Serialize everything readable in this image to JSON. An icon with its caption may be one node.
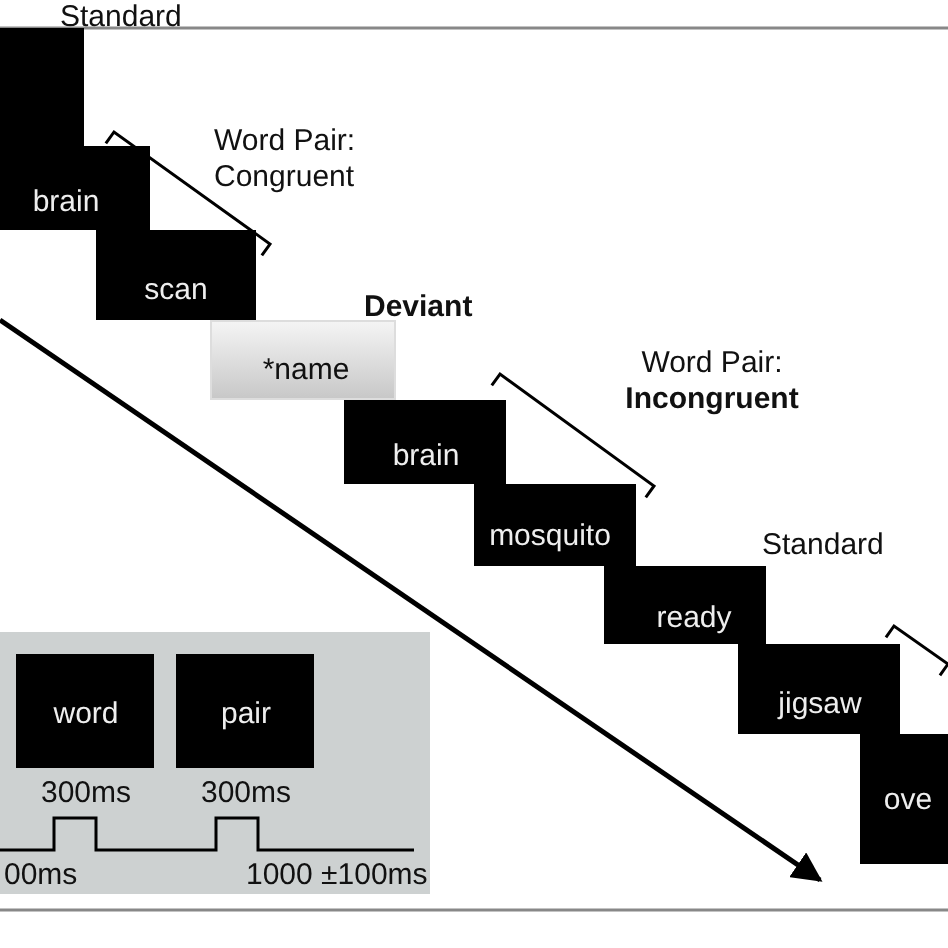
{
  "diagram": {
    "nodes": [
      {
        "text": [],
        "shape": "box"
      },
      {
        "text": [
          "brain"
        ]
      },
      {
        "text": [
          "scan"
        ]
      },
      {
        "text": [
          "*name"
        ]
      },
      {
        "text": [
          "brain"
        ]
      },
      {
        "text": [
          "mosquito"
        ]
      },
      {
        "text": [
          "ready"
        ]
      },
      {
        "text": [
          "jigsaw"
        ]
      },
      {
        "text": [
          "ove"
        ]
      },
      {
        "text": [],
        "shape": "box"
      },
      {
        "text": [
          "word"
        ],
        "in": 9,
        "beside": [
          "300ms"
        ]
      },
      {
        "text": [
          "pair"
        ],
        "in": 9,
        "beside": [
          "300ms"
        ]
      }
    ],
    "labels": [
      "Standard",
      "Word Pair: Congruent",
      "Deviant",
      "Word Pair: **Incongruent**",
      "Standard",
      "00ms",
      "1000 ±100ms"
    ]
  }
}
